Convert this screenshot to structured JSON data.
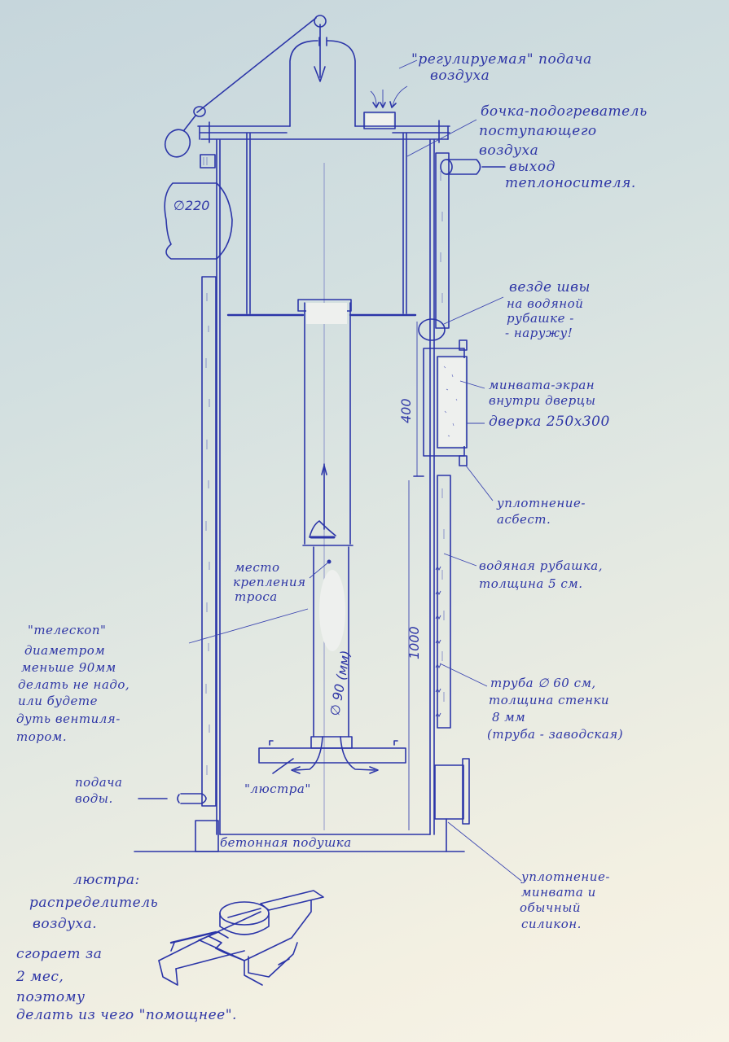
{
  "diagram": {
    "type": "hand-drawn technical sketch",
    "subject": "cross-section of a long-burning stove with water jacket",
    "ink_color": "#2b35a8",
    "paper_colors": [
      "#c6d6dc",
      "#f7f3e6"
    ]
  },
  "labels": {
    "air_supply": [
      "\"регулируемая\" подача",
      "воздуха"
    ],
    "air_heater": [
      "бочка-подогреватель",
      "поступающего",
      "воздуха"
    ],
    "coolant_outlet": [
      "выход",
      "теплоносителя."
    ],
    "seams": [
      "везде швы",
      "на водяной",
      "рубашке -",
      "- наружу!"
    ],
    "door_insulation": [
      "минвата-экран",
      "внутри дверцы"
    ],
    "door": "дверка 250х300",
    "door_seal": [
      "уплотнение-",
      "асбест."
    ],
    "water_jacket": [
      "водяная рубашка,",
      "толщина 5 см."
    ],
    "pipe": [
      "труба ∅ 60 см,",
      "толщина стенки",
      "8 мм",
      "(труба - заводская)"
    ],
    "rope_mount": [
      "место",
      "крепления",
      "троса"
    ],
    "telescope": [
      "\"телескоп\"",
      "диаметром",
      "меньше 90мм",
      "делать не надо,",
      "или будете",
      "дуть вентиля-",
      "тором."
    ],
    "water_inlet": [
      "подача",
      "воды."
    ],
    "chandelier": "\"люстра\"",
    "concrete_pad": "бетонная подушка",
    "bottom_seal": [
      "уплотнение-",
      "минвата и",
      "обычный",
      "силикон."
    ],
    "chandelier_note": [
      "люстра:",
      "распределитель",
      "воздуха."
    ],
    "burnout_note": [
      "сгорает за",
      "2 мес,",
      "поэтому",
      "делать из чего \"помощнее\"."
    ]
  },
  "dimensions": {
    "flue_diameter": "∅220",
    "telescope_diameter": "∅ 90 (мм)",
    "door_height": "400",
    "jacket_height": "1000"
  }
}
